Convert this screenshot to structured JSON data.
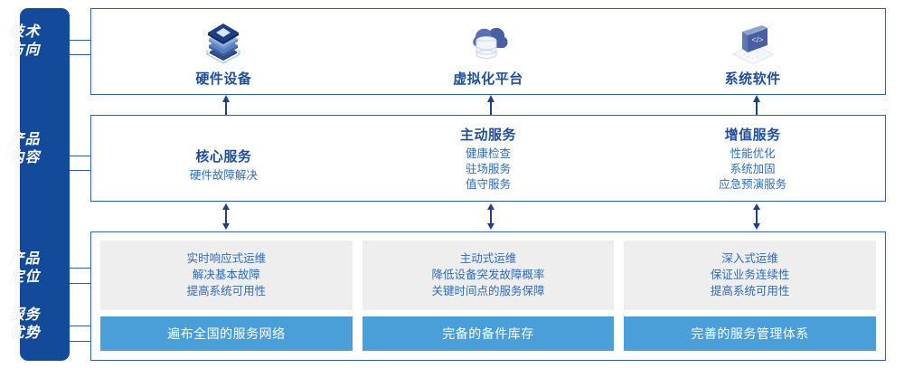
{
  "sidebar": {
    "items": [
      {
        "id": "tech-direction",
        "lines": [
          "技术",
          "方向"
        ]
      },
      {
        "id": "product-content",
        "lines": [
          "产品",
          "内容"
        ]
      },
      {
        "id": "product-position",
        "lines": [
          "产品",
          "定位"
        ]
      },
      {
        "id": "service-advantage",
        "lines": [
          "服务",
          "优势"
        ]
      }
    ]
  },
  "tech_row": {
    "columns": [
      {
        "icon": "server-stack-icon",
        "label": "硬件设备"
      },
      {
        "icon": "cloud-database-icon",
        "label": "虚拟化平台"
      },
      {
        "icon": "laptop-code-icon",
        "label": "系统软件"
      }
    ]
  },
  "content_row": {
    "columns": [
      {
        "title": "核心服务",
        "items": [
          "硬件故障解决"
        ]
      },
      {
        "title": "主动服务",
        "items": [
          "健康检查",
          "驻场服务",
          "值守服务"
        ]
      },
      {
        "title": "增值服务",
        "items": [
          "性能优化",
          "系统加固",
          "应急预演服务"
        ]
      }
    ]
  },
  "position_row": {
    "cards": [
      {
        "lines": [
          "实时响应式运维",
          "解决基本故障",
          "提高系统可用性"
        ]
      },
      {
        "lines": [
          "主动式运维",
          "降低设备突发故障概率",
          "关键时间点的服务保障"
        ]
      },
      {
        "lines": [
          "深入式运维",
          "保证业务连续性",
          "提高系统可用性"
        ]
      }
    ]
  },
  "advantage_row": {
    "bars": [
      {
        "label": "遍布全国的服务网络"
      },
      {
        "label": "完备的备件库存"
      },
      {
        "label": "完善的服务管理体系"
      }
    ]
  },
  "colors": {
    "sidebar_bg": "#134a9a",
    "box_border": "#2a63ae",
    "title_blue": "#1f4e96",
    "body_blue": "#2f6bb5",
    "card_grey": "#eeeeee",
    "bar_blue": "#4a9fd8",
    "arrow_blue": "#1f3f87"
  }
}
